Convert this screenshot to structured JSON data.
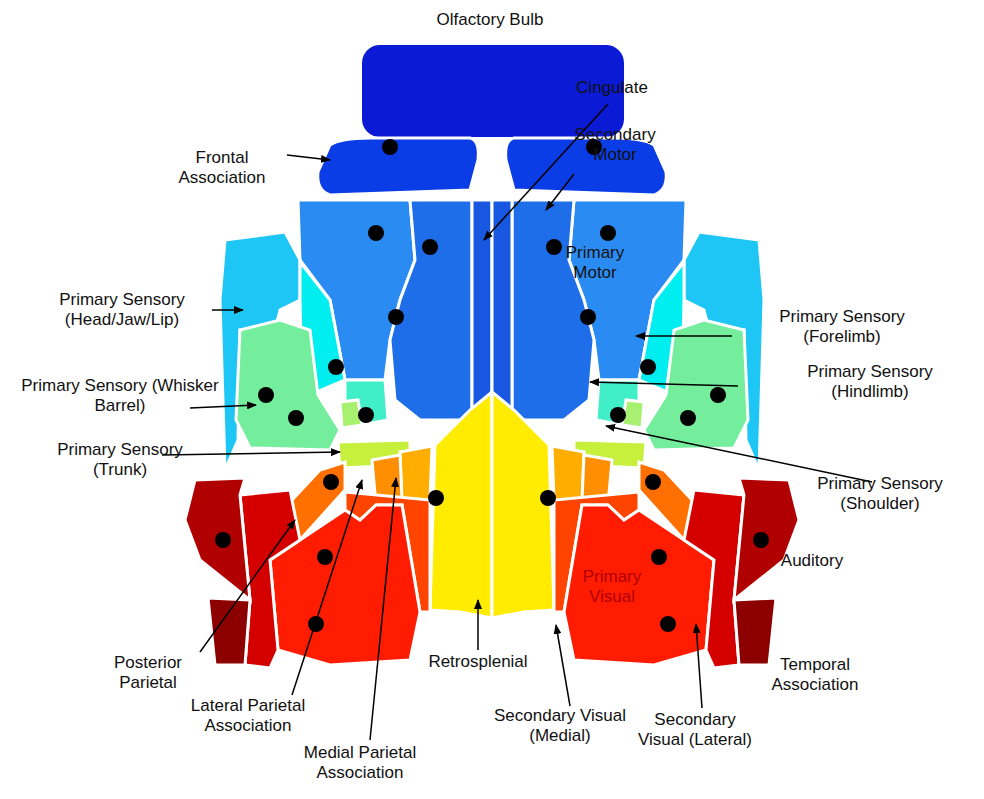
{
  "diagram": {
    "labels": [
      "Olfactory Bulb",
      "Cingulate",
      "Frontal Association",
      "Secondary Motor",
      "Primary Motor",
      "Primary Sensory (Head/Jaw/Lip)",
      "Primary Sensory (Forelimb)",
      "Primary Sensory (Hindlimb)",
      "Primary Sensory (Whisker Barrel)",
      "Primary Sensory (Trunk)",
      "Primary Sensory (Shoulder)",
      "Auditory",
      "Primary Visual",
      "Temporal Association",
      "Posterior Parietal",
      "Lateral Parietal Association",
      "Medial Parietal Association",
      "Retrosplenial",
      "Secondary Visual (Medial)",
      "Secondary Visual (Lateral)"
    ]
  }
}
